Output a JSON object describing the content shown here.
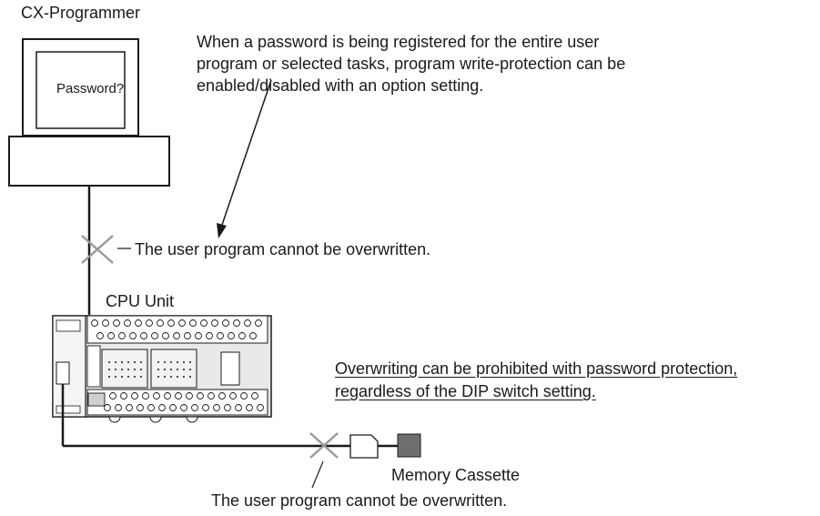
{
  "labels": {
    "programmer_title": "CX-Programmer",
    "screen_prompt": "Password?",
    "option_note_lines": [
      "When a password is being registered for the entire user",
      "program or selected tasks, program write-protection can be",
      "enabled/disabled with an option setting."
    ],
    "cannot_overwrite_top": "The user program cannot be overwritten.",
    "cpu_unit": "CPU Unit",
    "protection_note_lines": [
      "Overwriting can be prohibited with password protection,",
      "regardless of the DIP switch setting."
    ],
    "memory_cassette": "Memory Cassette",
    "cannot_overwrite_bottom": "The user program cannot be overwritten."
  },
  "colors": {
    "line": "#1a1a1a",
    "cross": "#9a9a9a",
    "cassette": "#6e6e6e",
    "plc_body": "#e9e9e9"
  }
}
